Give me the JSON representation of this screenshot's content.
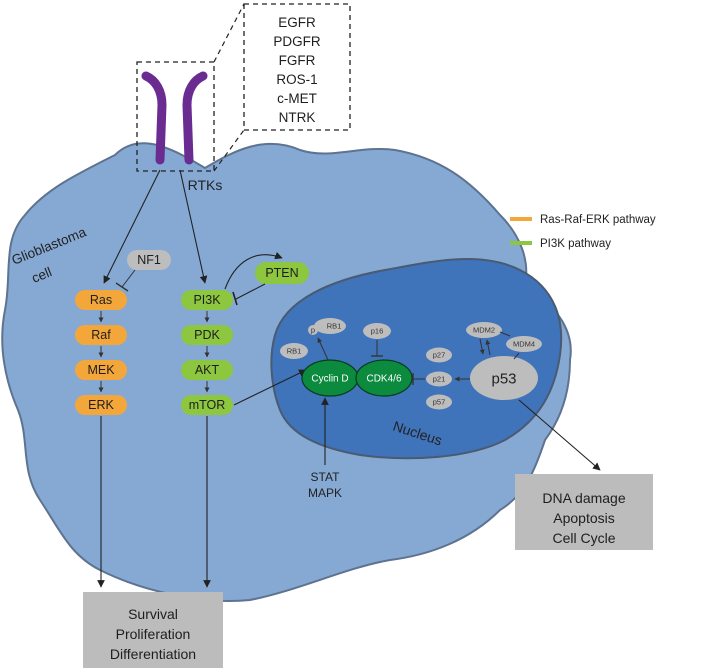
{
  "receptors": {
    "list": [
      "EGFR",
      "PDGFR",
      "FGFR",
      "ROS-1",
      "c-MET",
      "NTRK"
    ],
    "label": "RTKs"
  },
  "cell": {
    "label_line1": "Glioblastoma",
    "label_line2": "cell"
  },
  "nucleus": {
    "label": "Nucleus"
  },
  "legend": {
    "items": [
      {
        "label": "Ras-Raf-ERK pathway",
        "color": "#f3a73a"
      },
      {
        "label": "PI3K pathway",
        "color": "#8dc63f"
      }
    ]
  },
  "ras_pathway": {
    "nf1": "NF1",
    "nodes": [
      "Ras",
      "Raf",
      "MEK",
      "ERK"
    ]
  },
  "pi3k_pathway": {
    "nodes": [
      "PI3K",
      "PDK",
      "AKT",
      "mTOR"
    ],
    "pten": "PTEN"
  },
  "cell_cycle": {
    "cyclin_d": "Cyclin D",
    "cdk": "CDK4/6",
    "p": "p",
    "rb1_phos": "RB1",
    "rb1": "RB1",
    "p16": "p16",
    "p27": "p27",
    "p21": "p21",
    "p57": "p57",
    "p53": "p53",
    "mdm2": "MDM2",
    "mdm4": "MDM4"
  },
  "stat_mapk": {
    "line1": "STAT",
    "line2": "MAPK"
  },
  "outcomes_left": {
    "lines": [
      "Survival",
      "Proliferation",
      "Differentiation"
    ]
  },
  "outcomes_right": {
    "lines": [
      "DNA damage",
      "Apoptosis",
      "Cell Cycle"
    ]
  },
  "colors": {
    "cell_fill": "#86a9d4",
    "nucleus_fill": "#3f73ba",
    "orange": "#f3a73a",
    "green": "#8dc63f",
    "dark_green": "#0c8a3e",
    "grey_node": "#bdbdbd",
    "receptor": "#6a2c91",
    "outcome_box": "#bcbcbc"
  }
}
